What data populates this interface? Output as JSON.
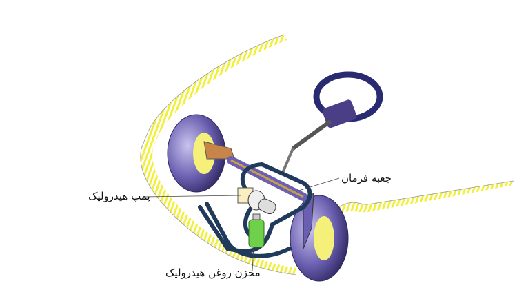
{
  "labels": {
    "steering_box": "جعبه فرمان",
    "hydraulic_pump": "پمپ هیدرولیک",
    "hydraulic_oil_reservoir": "مخزن روغن هیدرولیک"
  },
  "colors": {
    "body_stripe": "#f2ef3a",
    "tire": "#4a3f86",
    "hose": "#1f3a5a",
    "reservoir": "#6fd14a"
  }
}
